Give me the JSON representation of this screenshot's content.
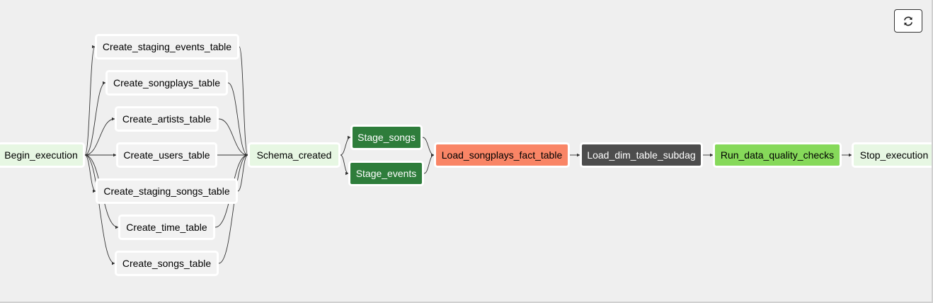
{
  "colors": {
    "none": "#f2f2f2",
    "start": "#e7f7e3",
    "success": "#2e7d3b",
    "failed": "#f98566",
    "running": "#4d4d4d",
    "check": "#86d95a",
    "edge": "#333333"
  },
  "toolbar": {
    "refresh_icon": "refresh-icon"
  },
  "nodes": [
    {
      "id": "begin_execution",
      "label": "Begin_execution",
      "state": "start"
    },
    {
      "id": "create_staging_events_table",
      "label": "Create_staging_events_table",
      "state": "none"
    },
    {
      "id": "create_songplays_table",
      "label": "Create_songplays_table",
      "state": "none"
    },
    {
      "id": "create_artists_table",
      "label": "Create_artists_table",
      "state": "none"
    },
    {
      "id": "create_users_table",
      "label": "Create_users_table",
      "state": "none"
    },
    {
      "id": "create_staging_songs_table",
      "label": "Create_staging_songs_table",
      "state": "none"
    },
    {
      "id": "create_time_table",
      "label": "Create_time_table",
      "state": "none"
    },
    {
      "id": "create_songs_table",
      "label": "Create_songs_table",
      "state": "none"
    },
    {
      "id": "schema_created",
      "label": "Schema_created",
      "state": "start"
    },
    {
      "id": "stage_songs",
      "label": "Stage_songs",
      "state": "success"
    },
    {
      "id": "stage_events",
      "label": "Stage_events",
      "state": "success"
    },
    {
      "id": "load_songplays_fact_table",
      "label": "Load_songplays_fact_table",
      "state": "failed"
    },
    {
      "id": "load_dim_table_subdag",
      "label": "Load_dim_table_subdag",
      "state": "running"
    },
    {
      "id": "run_data_quality_checks",
      "label": "Run_data_quality_checks",
      "state": "check"
    },
    {
      "id": "stop_execution",
      "label": "Stop_execution",
      "state": "start"
    }
  ],
  "edges": [
    [
      "begin_execution",
      "create_staging_events_table"
    ],
    [
      "begin_execution",
      "create_songplays_table"
    ],
    [
      "begin_execution",
      "create_artists_table"
    ],
    [
      "begin_execution",
      "create_users_table"
    ],
    [
      "begin_execution",
      "create_staging_songs_table"
    ],
    [
      "begin_execution",
      "create_time_table"
    ],
    [
      "begin_execution",
      "create_songs_table"
    ],
    [
      "create_staging_events_table",
      "schema_created"
    ],
    [
      "create_songplays_table",
      "schema_created"
    ],
    [
      "create_artists_table",
      "schema_created"
    ],
    [
      "create_users_table",
      "schema_created"
    ],
    [
      "create_staging_songs_table",
      "schema_created"
    ],
    [
      "create_time_table",
      "schema_created"
    ],
    [
      "create_songs_table",
      "schema_created"
    ],
    [
      "schema_created",
      "stage_songs"
    ],
    [
      "schema_created",
      "stage_events"
    ],
    [
      "stage_songs",
      "load_songplays_fact_table"
    ],
    [
      "stage_events",
      "load_songplays_fact_table"
    ],
    [
      "load_songplays_fact_table",
      "load_dim_table_subdag"
    ],
    [
      "load_dim_table_subdag",
      "run_data_quality_checks"
    ],
    [
      "run_data_quality_checks",
      "stop_execution"
    ]
  ]
}
